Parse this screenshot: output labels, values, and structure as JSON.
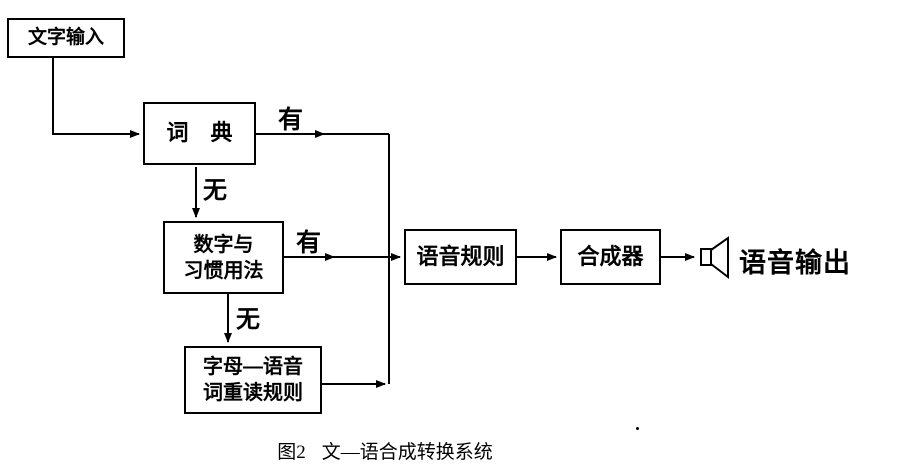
{
  "figure": {
    "nodes": {
      "text_input": "文字输入",
      "dictionary": "词　典",
      "numbers_line1": "数字与",
      "numbers_line2": "习惯用法",
      "letter_line1": "字母—语音",
      "letter_line2": "词重读规则",
      "phonetic_rules": "语音规则",
      "synthesizer": "合成器",
      "speech_output": "语音输出"
    },
    "edge_labels": {
      "dict_yes": "有",
      "dict_no": "无",
      "num_yes": "有",
      "num_no": "无"
    },
    "caption": {
      "fig_no": "图2",
      "title": "文—语合成转换系统"
    },
    "icons": {
      "speaker": "speaker-icon"
    },
    "colors": {
      "line": "#000000",
      "background": "#ffffff"
    }
  }
}
